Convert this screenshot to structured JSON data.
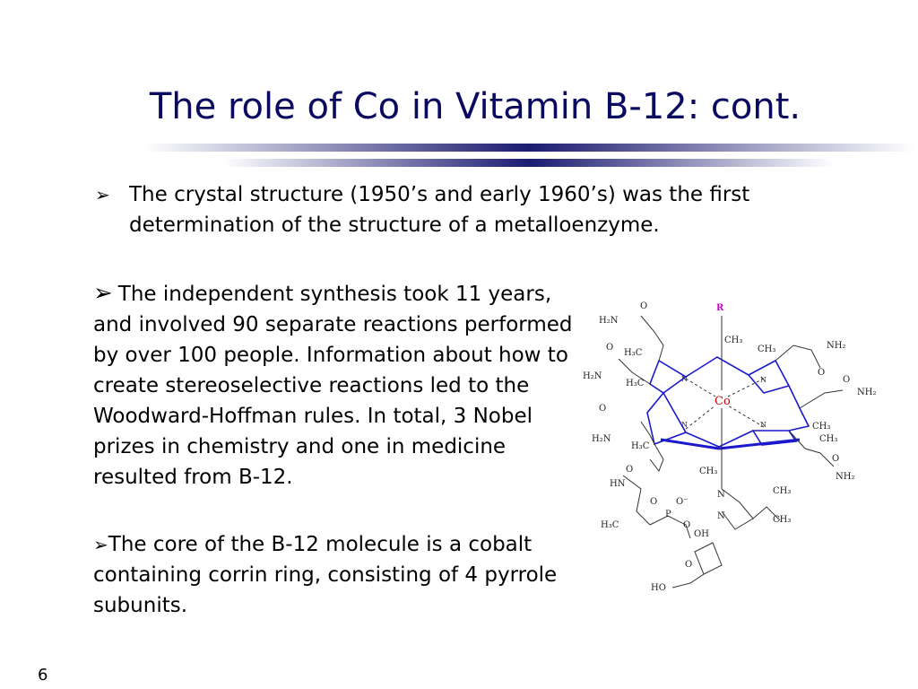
{
  "slide": {
    "title": "The role of Co in Vitamin B-12: cont.",
    "page_number": "6"
  },
  "bullets": [
    {
      "marker": "➢",
      "text": "The crystal structure (1950’s and early 1960’s) was the first determination of the structure of a metalloenzyme."
    },
    {
      "marker": "➢",
      "text": "The independent synthesis took 11 years, and involved 90 separate reactions performed by over 100 people. Information about how to create stereoselective reactions led to the Woodward-Hoffman rules.  In total, 3 Nobel prizes in chemistry and one in medicine resulted from B-12."
    },
    {
      "marker": "➢",
      "text": "The core of the B-12 molecule is a cobalt containing corrin ring, consisting of 4 pyrrole subunits."
    }
  ],
  "figure": {
    "labels": {
      "r_group": "R",
      "cobalt": "Co",
      "nitrogen": "N",
      "nh2_prefix": "H₂N",
      "nh2_suffix": "NH₂",
      "methyl": "CH₃",
      "methyl_rev": "H₃C",
      "oxygen": "O",
      "hn": "HN",
      "p": "P",
      "o_minus": "O⁻",
      "oh": "OH",
      "ho": "HO"
    }
  },
  "colors": {
    "title": "#0a0a60",
    "title_bar": "#1b1b70",
    "ring_bonds": "#1a1acc",
    "cobalt": "#cc0000",
    "r_group": "#cc00cc",
    "bonds": "#333333"
  }
}
